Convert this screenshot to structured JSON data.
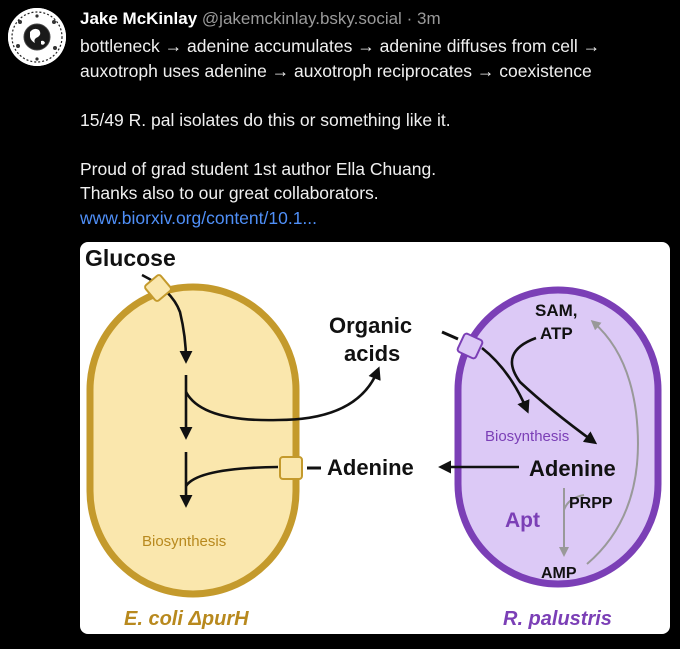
{
  "post": {
    "display_name": "Jake McKinlay",
    "handle": "@jakemckinlay.bsky.social",
    "separator": "·",
    "time": "3m",
    "lines": {
      "line1": "bottleneck → adenine accumulates → adenine diffuses from cell →",
      "line2": "auxotroph uses adenine → auxotroph reciprocates → coexistence",
      "line3": "15/49 R. pal isolates do this or something like it.",
      "line4": "Proud of grad student 1st author Ella Chuang.",
      "line5": "Thanks also to our great collaborators.",
      "link": "www.biorxiv.org/content/10.1..."
    }
  },
  "figure": {
    "glucose": "Glucose",
    "organic": "Organic",
    "acids": "acids",
    "adenine_left": "Adenine",
    "biosynthesis_left": "Biosynthesis",
    "ecoli_label": "E. coli ΔpurH",
    "sam": "SAM,",
    "atp": "ATP",
    "biosynthesis_right": "Biosynthesis",
    "adenine_right": "Adenine",
    "apt": "Apt",
    "prpp": "PRPP",
    "amp": "AMP",
    "rpal_label": "R. palustris",
    "colors": {
      "ecoli_fill": "#fae7ad",
      "ecoli_border": "#c49a2c",
      "ecoli_text": "#b8891e",
      "rpal_fill": "#dcc9f6",
      "rpal_border": "#7b3fb6",
      "rpal_text": "#7b3fb6"
    }
  }
}
